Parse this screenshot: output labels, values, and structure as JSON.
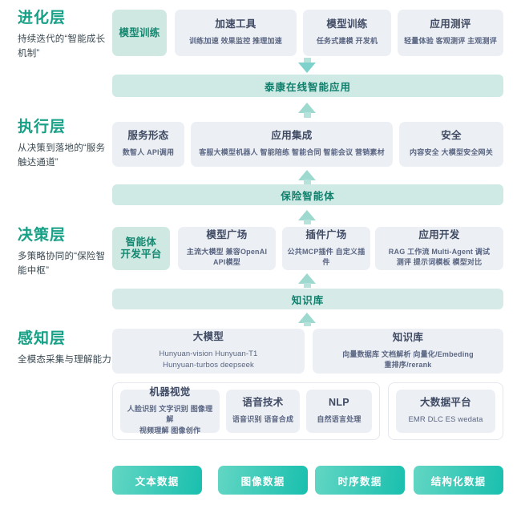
{
  "layers": [
    {
      "key": "evolution",
      "title": "进化层",
      "desc": "持续迭代的“智能成长机制”"
    },
    {
      "key": "execution",
      "title": "执行层",
      "desc": "从决策到落地的“服务触达通道”"
    },
    {
      "key": "decision",
      "title": "决策层",
      "desc": "多策略协同的“保险智能中枢”"
    },
    {
      "key": "perception",
      "title": "感知层",
      "desc": "全模态采集与理解能力"
    }
  ],
  "evolution": {
    "highlight": {
      "title": "模型训练"
    },
    "cards": [
      {
        "title": "加速工具",
        "sub": "训练加速 效果监控 推理加速"
      },
      {
        "title": "模型训练",
        "sub": "任务式建模 开发机"
      },
      {
        "title": "应用测评",
        "sub": "轻量体验 客观测评 主观测评"
      }
    ],
    "bar": "泰康在线智能应用"
  },
  "execution": {
    "cards": [
      {
        "title": "服务形态",
        "sub": "数智人 API调用"
      },
      {
        "title": "应用集成",
        "sub": "客服大模型机器人 智能陪练 智能合同 智能会议 营销素材"
      },
      {
        "title": "安全",
        "sub": "内容安全 大模型安全网关"
      }
    ],
    "bar": "保险智能体"
  },
  "decision": {
    "highlight": {
      "title": "智能体\n开发平台"
    },
    "cards": [
      {
        "title": "模型广场",
        "sub": "主流大模型     兼容OpenAI\nAPI模型"
      },
      {
        "title": "插件广场",
        "sub": "公共MCP插件 自定义插件"
      },
      {
        "title": "应用开发",
        "sub": "RAG 工作流 Multi-Agent 调试\n测评 提示词模板 模型对比"
      }
    ],
    "bar": "知识库"
  },
  "perception": {
    "top_cards": [
      {
        "title": "大模型",
        "sub": "Hunyuan-vision Hunyuan-T1\nHunyuan-turbos deepseek"
      },
      {
        "title": "知识库",
        "sub": "向量数据库 文档解析 向量化/Embeding\n重排序/rerank"
      }
    ],
    "bottom_cards": [
      {
        "title": "机器视觉",
        "sub": "人脸识别 文字识别 图像理解\n视频理解 图像创作"
      },
      {
        "title": "语音技术",
        "sub": "语音识别 语音合成"
      },
      {
        "title": "NLP",
        "sub": "自然语言处理"
      },
      {
        "title": "大数据平台",
        "sub": "EMR DLC ES wedata"
      }
    ]
  },
  "data_chips": [
    {
      "label": "文本数据"
    },
    {
      "label": "图像数据"
    },
    {
      "label": "时序数据"
    },
    {
      "label": "结构化数据"
    }
  ],
  "colors": {
    "accent_teal": "#16a085",
    "card_bg": "#eceff4",
    "card_title": "#3f4a63",
    "bar_bg": "#cfe9e4",
    "chip_gradient_from": "#63d6c4",
    "chip_gradient_to": "#19bfae"
  }
}
